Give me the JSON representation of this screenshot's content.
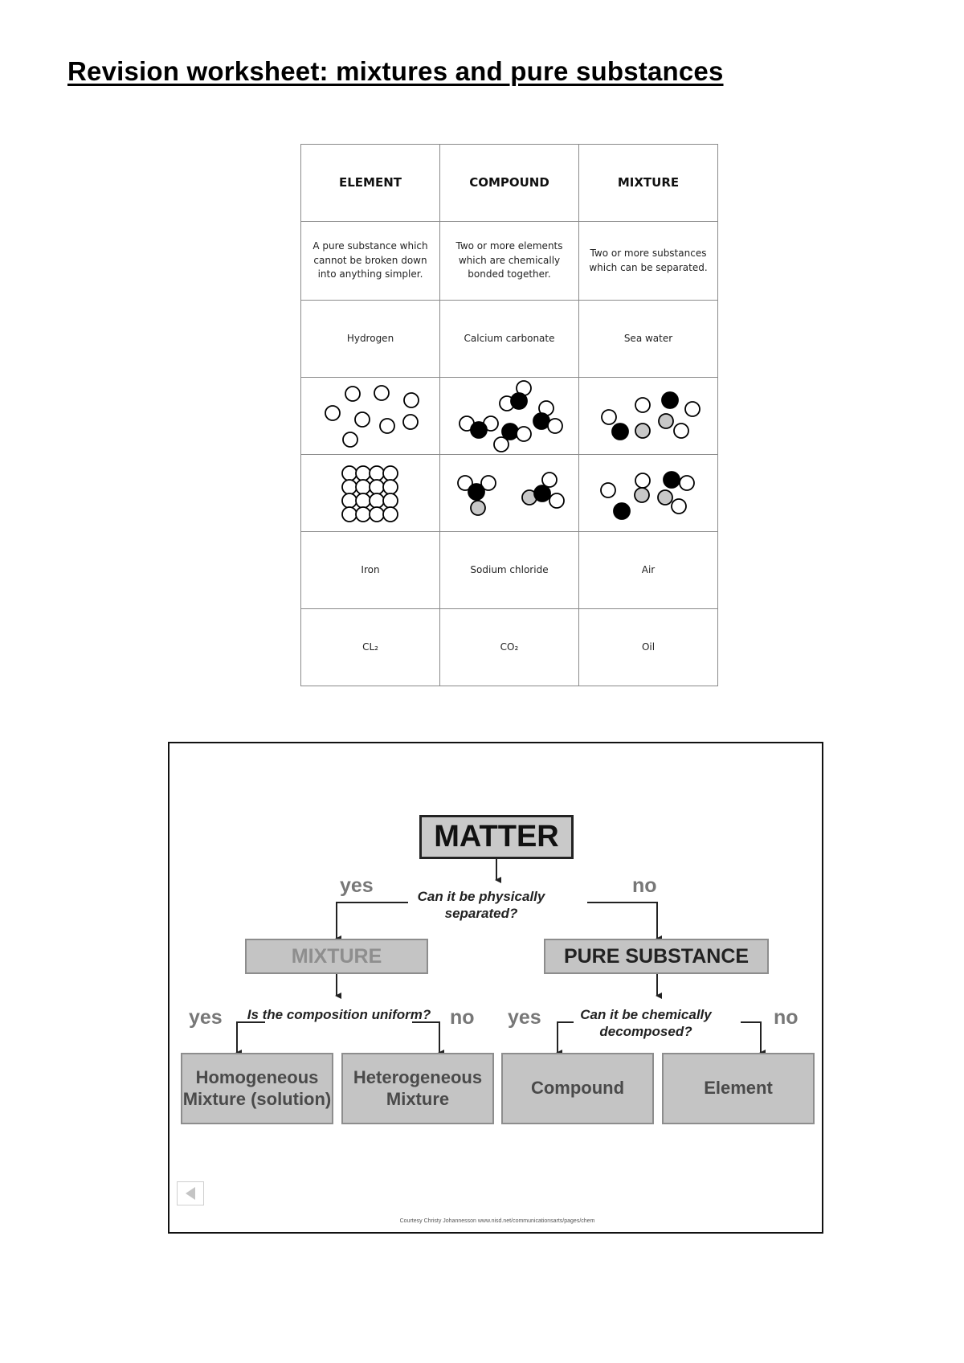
{
  "title": "Revision worksheet: mixtures and pure substances",
  "worksheet": {
    "headers": [
      "ELEMENT",
      "COMPOUND",
      "MIXTURE"
    ],
    "definitions": [
      "A pure substance which cannot be broken down into anything simpler.",
      "Two or more elements which are chemically bonded together.",
      "Two or more substances which can be separated."
    ],
    "row_examples_1": [
      "Hydrogen",
      "Calcium carbonate",
      "Sea water"
    ],
    "row_examples_2": [
      "Iron",
      "Sodium chloride",
      "Air"
    ],
    "row_formulas": [
      "CL₂",
      "CO₂",
      "Oil"
    ]
  },
  "flowchart": {
    "root": "MATTER",
    "q1": "Can it be physically separated?",
    "q1_yes": "yes",
    "q1_no": "no",
    "mixture": "MIXTURE",
    "pure_substance": "PURE SUBSTANCE",
    "q2": "Is the composition uniform?",
    "q2_yes": "yes",
    "q2_no": "no",
    "q3": "Can it be chemically decomposed?",
    "q3_yes": "yes",
    "q3_no": "no",
    "homogeneous": "Homogeneous Mixture (solution)",
    "heterogeneous": "Heterogeneous Mixture",
    "compound": "Compound",
    "element": "Element",
    "credit": "Courtesy Christy Johannesson www.nisd.net/communicationsarts/pages/chem",
    "prev_icon": "previous-slide-icon"
  }
}
